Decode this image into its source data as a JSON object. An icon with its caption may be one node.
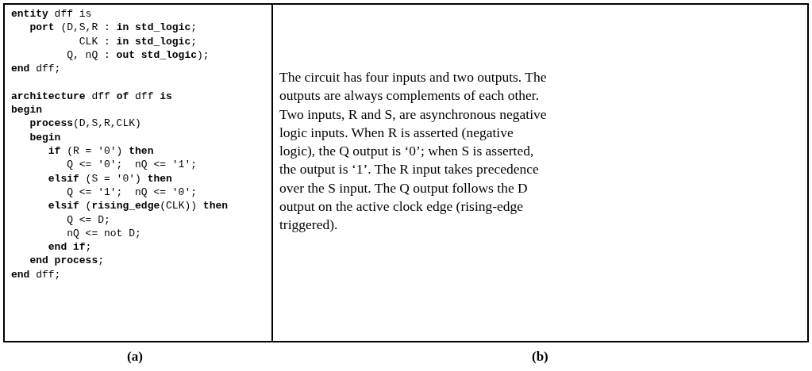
{
  "diagram": {
    "labels": [
      "**entity** dff is",
      "**port** (D,S,R : **in std_logic**;",
      "CLK : **in std_logic**;",
      "Q, nQ : **out std_logic**);",
      "**end** dff;",
      "**architecture** dff **of** dff **is**",
      "**begin**",
      "**process**(D,S,R,CLK)",
      "**begin**",
      "**if** (R = '0') **then**",
      "Q <= '0';  nQ <= '1';",
      "**elsif** (S = '0') **then**",
      "Q <= '1';  nQ <= '0';",
      "**elsif** (**rising_edge**(CLK)) **then**",
      "Q <= D;",
      "nQ <= not D;",
      "**end if**;",
      "**end process**;",
      "**end** dff;",
      "The circuit has four inputs and two outputs. The outputs are always complements of each other. Two inputs, R and S, are asynchronous negative logic inputs. When R is asserted (negative logic), the Q output is ‘0’; when S is asserted, the output is ‘1’. The R input takes precedence over the S input. The Q output follows the D output on the active clock edge (rising-edge triggered).",
      "(a)",
      "(b)"
    ]
  }
}
